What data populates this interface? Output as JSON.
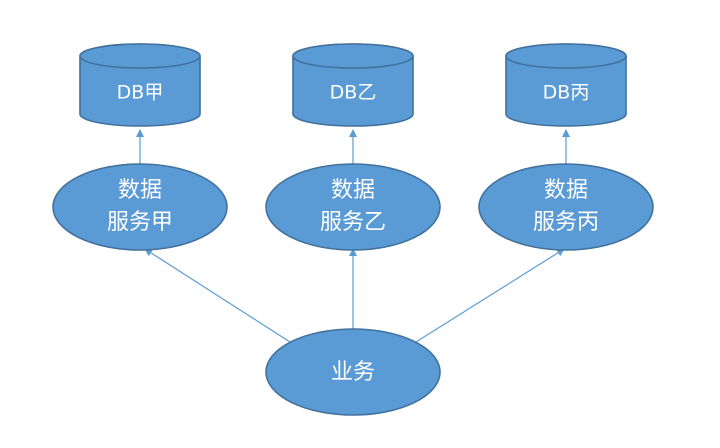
{
  "colors": {
    "fill": "#5b9bd5",
    "stroke": "#41719c",
    "text": "#ffffff",
    "connector": "#5b9bd5"
  },
  "databases": [
    {
      "label": "DB甲"
    },
    {
      "label": "DB乙"
    },
    {
      "label": "DB丙"
    }
  ],
  "services": [
    {
      "line1": "数据",
      "line2": "服务甲"
    },
    {
      "line1": "数据",
      "line2": "服务乙"
    },
    {
      "line1": "数据",
      "line2": "服务丙"
    }
  ],
  "business": {
    "label": "业务"
  }
}
